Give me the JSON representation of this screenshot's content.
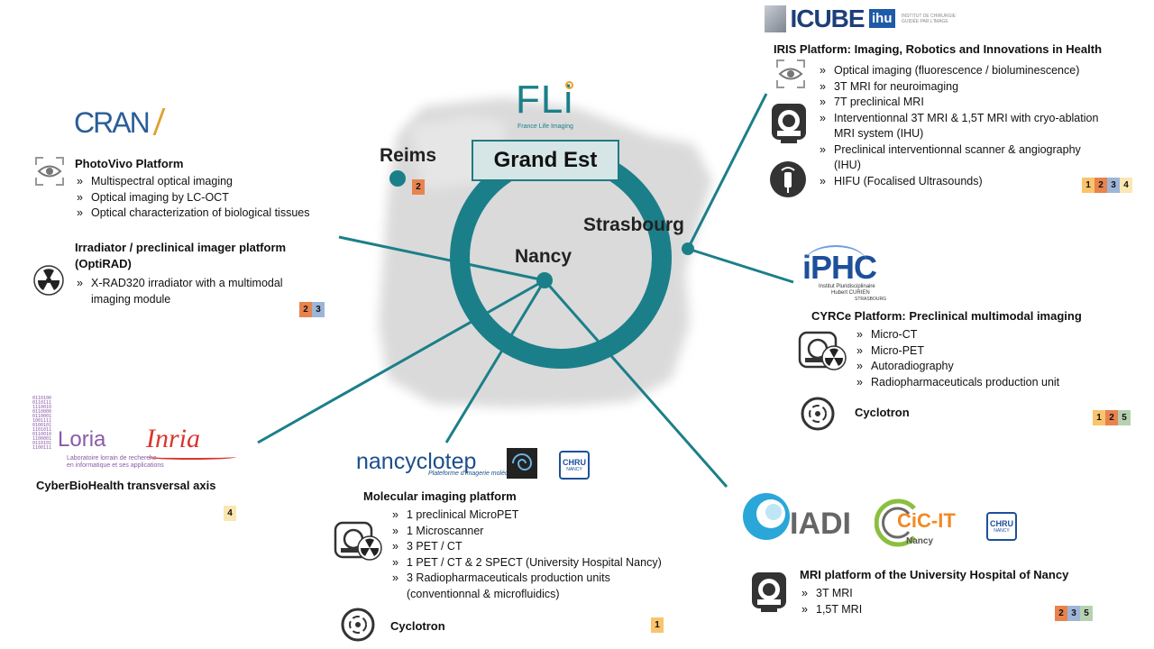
{
  "logos": {
    "fli": "FLi",
    "fli_sub": "France Life Imaging",
    "icube": "ICUBE",
    "ihu": "ihu",
    "ihu_sub": "INSTITUT DE CHIRURGIE GUIDÉE PAR L'IMAGE",
    "cran": "CRAN",
    "iphc": "iPHC",
    "iphc_sub1": "Institut Pluridisciplinaire",
    "iphc_sub2": "Hubert CURIEN",
    "iphc_sub3": "STRASBOURG",
    "loria": "Loria",
    "loria_sub1": "Laboratoire lorrain de recherche",
    "loria_sub2": "en informatique et ses applications",
    "inria": "Inria",
    "nancyclotep": "nancyclotep",
    "nancyclotep_sub": "Plateforme d'imagerie moléculaire",
    "chru": "CHRU",
    "chru_sub": "NANCY",
    "iadi": "IADI",
    "cicit": "CiC-IT",
    "cicit_sub": "Nancy"
  },
  "map": {
    "region": "Grand Est",
    "cities": {
      "reims": "Reims",
      "nancy": "Nancy",
      "strasbourg": "Strasbourg"
    },
    "reims_badge": "2"
  },
  "iris": {
    "title": "IRIS Platform: Imaging, Robotics and Innovations in Health",
    "items": [
      "Optical imaging (fluorescence / bioluminescence)",
      "3T MRI for neuroimaging",
      "7T preclinical MRI",
      "Interventionnal 3T MRI & 1,5T MRI with cryo-ablation",
      "MRI system (IHU)",
      "Preclinical interventionnal scanner & angiography",
      "(IHU)",
      "HIFU (Focalised Ultrasounds)"
    ],
    "badges": [
      "1",
      "2",
      "3",
      "4"
    ]
  },
  "photovivo": {
    "title": "PhotoVivo Platform",
    "items": [
      "Multispectral optical imaging",
      "Optical imaging by LC-OCT",
      "Optical characterization of biological tissues"
    ]
  },
  "optirad": {
    "title_line1": "Irradiator / preclinical imager platform",
    "title_line2": "(OptiRAD)",
    "items": [
      "X-RAD320 irradiator with a multimodal",
      "imaging module"
    ],
    "badges": [
      "2",
      "3"
    ]
  },
  "cyrce": {
    "title": "CYRCe Platform: Preclinical multimodal imaging",
    "items": [
      "Micro-CT",
      "Micro-PET",
      "Autoradiography",
      "Radiopharmaceuticals production unit"
    ],
    "cyclotron": "Cyclotron",
    "badges": [
      "1",
      "2",
      "5"
    ]
  },
  "cyberbio": {
    "title": "CyberBioHealth transversal axis",
    "badges": [
      "4"
    ]
  },
  "molecular": {
    "title": "Molecular imaging platform",
    "items": [
      "1 preclinical MicroPET",
      "1 Microscanner",
      "3 PET / CT",
      "1 PET / CT & 2 SPECT (University Hospital Nancy)",
      "3 Radiopharmaceuticals production units",
      "(conventionnal & microfluidics)"
    ],
    "cyclotron": "Cyclotron",
    "badges": [
      "1"
    ]
  },
  "mri_chru": {
    "title": "MRI platform of the University Hospital of Nancy",
    "items": [
      "3T MRI",
      "1,5T MRI"
    ],
    "badges": [
      "2",
      "3",
      "5"
    ]
  },
  "badge_colors": {
    "1": "#f9c46b",
    "2": "#e8834e",
    "3": "#9db6d8",
    "4": "#fbe7b2",
    "5": "#b7d1b0"
  },
  "colors": {
    "teal": "#1b7f89",
    "teal_dark": "#1f6f78",
    "map_gray": "#dcdcdc"
  }
}
